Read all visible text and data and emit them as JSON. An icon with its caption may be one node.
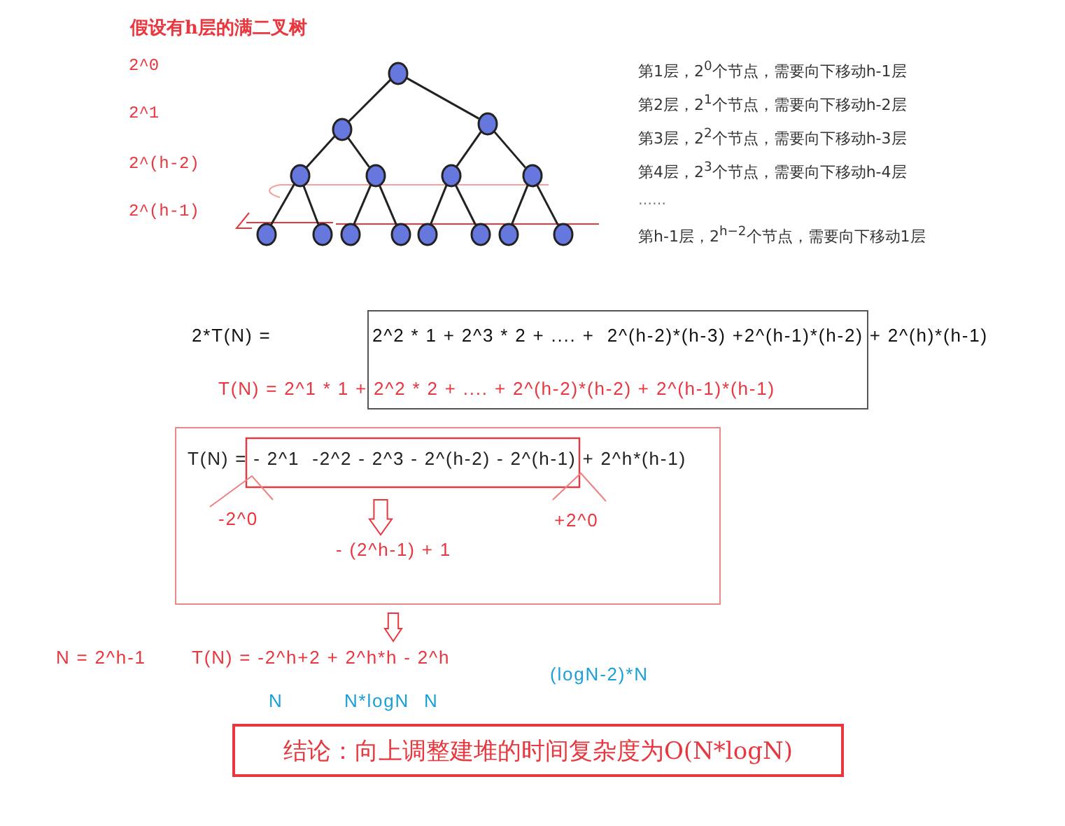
{
  "diagram": {
    "title": "假设有h层的满二叉树",
    "nodes": [
      {
        "text": [],
        "shape": "circle"
      },
      {
        "text": [],
        "shape": "circle"
      },
      {
        "text": [],
        "shape": "circle"
      },
      {
        "text": [],
        "shape": "circle"
      },
      {
        "text": [],
        "shape": "circle"
      },
      {
        "text": [],
        "shape": "circle"
      },
      {
        "text": [],
        "shape": "circle"
      },
      {
        "text": [],
        "shape": "circle"
      },
      {
        "text": [],
        "shape": "circle"
      },
      {
        "text": [],
        "shape": "circle"
      },
      {
        "text": [],
        "shape": "circle"
      },
      {
        "text": [],
        "shape": "circle"
      },
      {
        "text": [],
        "shape": "circle"
      },
      {
        "text": [],
        "shape": "circle"
      },
      {
        "text": [],
        "shape": "circle"
      },
      {
        "text": [
          "T(N) = - 2^1  -2^2 - 2^3 - 2^(h-2) - 2^(h-1) + 2^h*(h-1)",
          "-2^0",
          "+2^0",
          "- (2^h-1) + 1"
        ]
      },
      {
        "text": [
          "结论：向上调整建堆的时间复杂度为O(N*logN)"
        ]
      }
    ],
    "edges": [
      {
        "from": 0,
        "to": 1,
        "arrow": "none"
      },
      {
        "from": 0,
        "to": 2,
        "arrow": "none"
      },
      {
        "from": 1,
        "to": 3,
        "arrow": "none"
      },
      {
        "from": 1,
        "to": 4,
        "arrow": "none"
      },
      {
        "from": 2,
        "to": 5,
        "arrow": "none"
      },
      {
        "from": 2,
        "to": 6,
        "arrow": "none"
      },
      {
        "from": 3,
        "to": 7,
        "arrow": "none"
      },
      {
        "from": 3,
        "to": 8,
        "arrow": "none"
      },
      {
        "from": 4,
        "to": 9,
        "arrow": "none"
      },
      {
        "from": 4,
        "to": 10,
        "arrow": "none"
      },
      {
        "from": 5,
        "to": 11,
        "arrow": "none"
      },
      {
        "from": 5,
        "to": 12,
        "arrow": "none"
      },
      {
        "from": 6,
        "to": 13,
        "arrow": "none"
      },
      {
        "from": 6,
        "to": 14,
        "arrow": "none"
      }
    ],
    "labels": [
      "2^0",
      "2^1",
      "2^(h-2)",
      "2^(h-1)",
      "第1层，2$^{0}$个节点，需要向下移动h-1层",
      "第2层，2$^{1}$个节点，需要向下移动h-2层",
      "第3层，2$^{2}$个节点，需要向下移动h-3层",
      "第4层，2$^{3}$个节点，需要向下移动h-4层",
      "……",
      "第h-1层，2$^{h−2}$个节点，需要向下移动1层",
      "2*T(N) =",
      "2^2 * 1 + 2^3 * 2 + .... +  2^(h-2)*(h-3) +2^(h-1)*(h-2) + 2^(h)*(h-1)",
      "T(N) = 2^1 * 1 + 2^2 * 2 + .... + 2^(h-2)*(h-2) + 2^(h-1)*(h-1)",
      "N = 2^h-1",
      "T(N) = -2^h+2 + 2^h*h - 2^h",
      "(logN-2)*N",
      "N",
      "N*logN",
      "N"
    ]
  }
}
